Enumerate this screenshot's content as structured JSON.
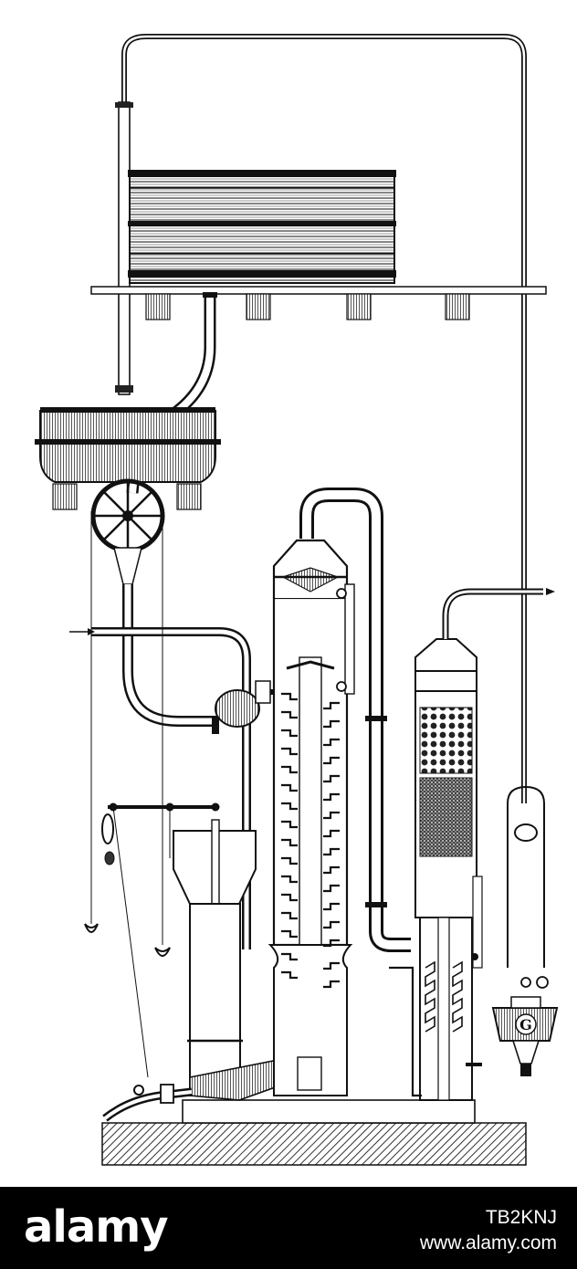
{
  "figure": {
    "subject": "distillation-apparatus-engraving",
    "labels": {
      "pump_letter": "G"
    },
    "colors": {
      "ink": "#111111",
      "paper": "#ffffff",
      "hatch": "#333333"
    }
  },
  "watermark": {
    "brand": "alamy",
    "image_id": "TB2KNJ",
    "site": "www.alamy.com"
  }
}
